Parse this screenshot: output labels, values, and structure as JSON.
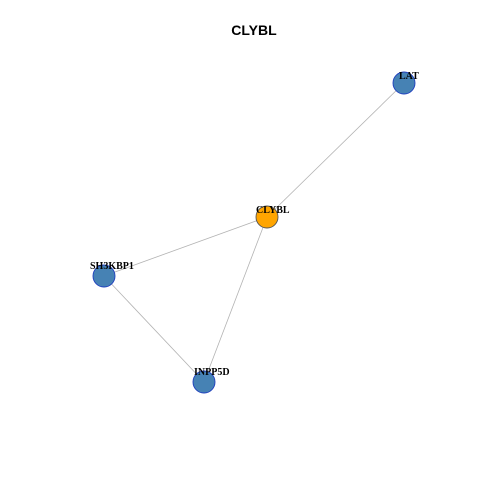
{
  "title": "CLYBL",
  "colors": {
    "query_node_fill": "#ffa500",
    "query_node_stroke": "#555555",
    "other_node_fill": "#4682b4",
    "other_node_stroke": "#1f3fbf",
    "edge": "#b3b3b3"
  },
  "nodes": [
    {
      "id": "CLYBL",
      "label": "CLYBL",
      "role": "query"
    },
    {
      "id": "LAT",
      "label": "LAT",
      "role": "interactor"
    },
    {
      "id": "SH3KBP1",
      "label": "SH3KBP1",
      "role": "interactor"
    },
    {
      "id": "INPP5D",
      "label": "INPP5D",
      "role": "interactor"
    }
  ],
  "edges": [
    {
      "source": "CLYBL",
      "target": "LAT"
    },
    {
      "source": "CLYBL",
      "target": "SH3KBP1"
    },
    {
      "source": "CLYBL",
      "target": "INPP5D"
    },
    {
      "source": "SH3KBP1",
      "target": "INPP5D"
    }
  ]
}
